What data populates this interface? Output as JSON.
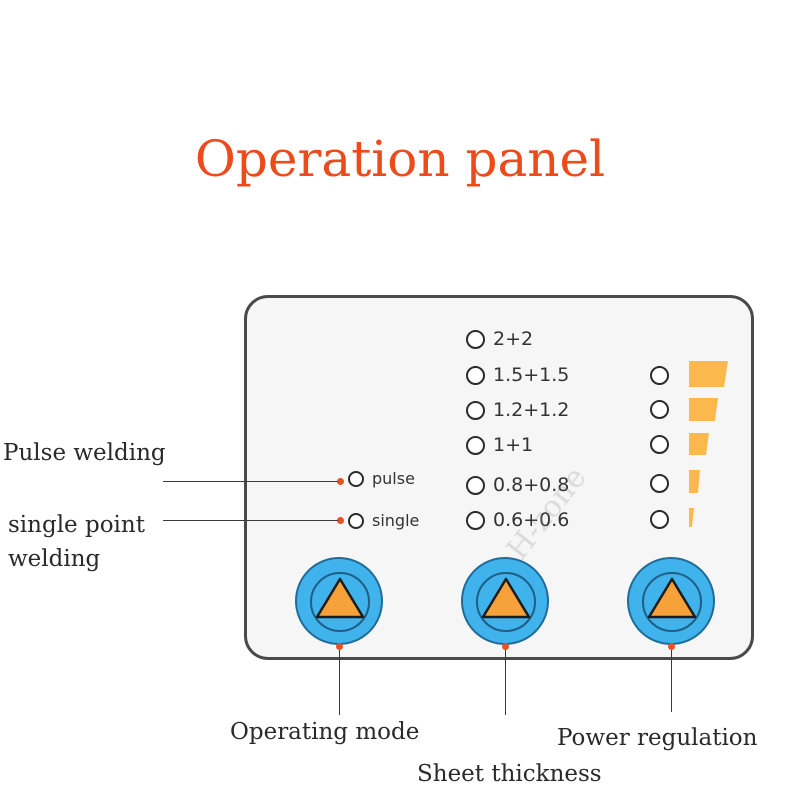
{
  "title": "Operation panel",
  "watermark": "H-zone",
  "colors": {
    "title": "#ec4b1c",
    "button_fill": "#40b3ec",
    "button_triangle": "#f6a13a",
    "indicator_dot": "#e8501f",
    "power_bars": "#fbb84c"
  },
  "mode_options": [
    "pulse",
    "single"
  ],
  "thickness_options": [
    "2+2",
    "1.5+1.5",
    "1.2+1.2",
    "1+1",
    "0.8+0.8",
    "0.6+0.6"
  ],
  "power_levels": 5,
  "callouts": {
    "pulse_welding": "Pulse welding",
    "single_point_1": "single point",
    "single_point_2": "welding",
    "operating_mode": "Operating mode",
    "sheet_thickness": "Sheet thickness",
    "power_regulation": "Power regulation"
  }
}
